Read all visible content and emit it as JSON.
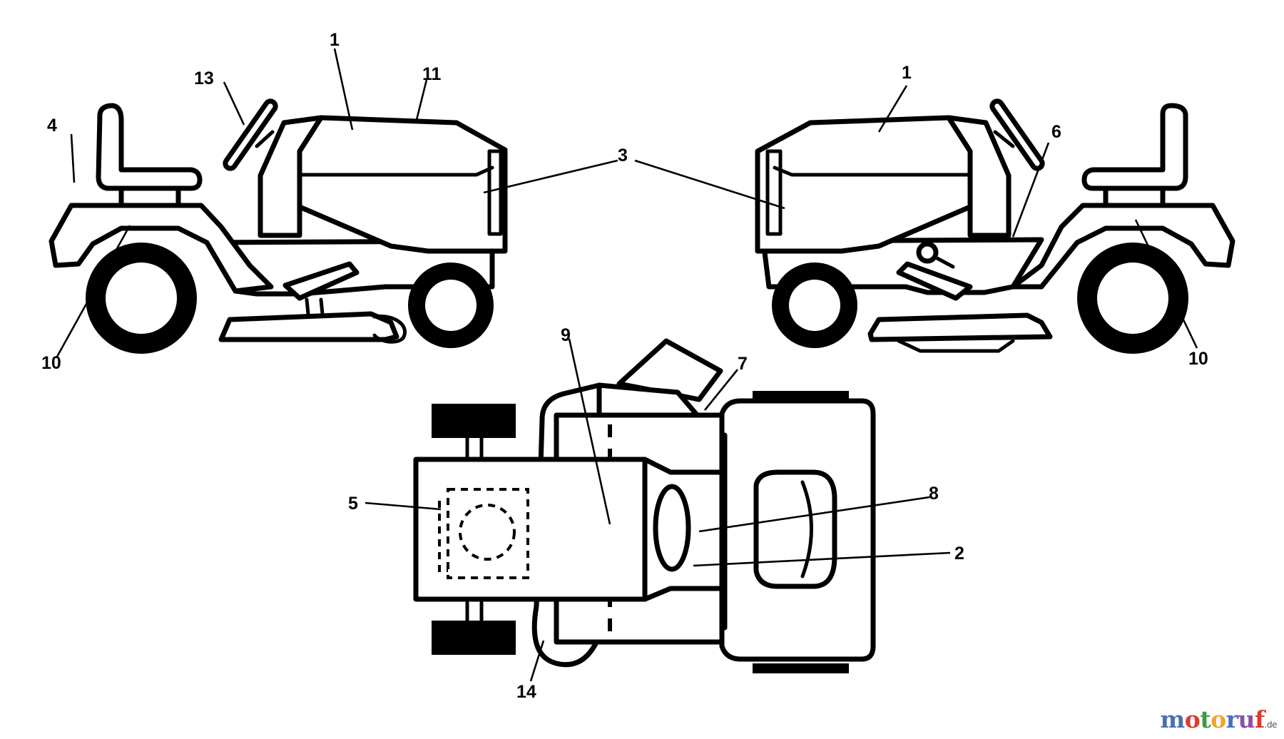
{
  "diagram": {
    "callouts": {
      "c1a": "1",
      "c1b": "1",
      "c2": "2",
      "c3": "3",
      "c4": "4",
      "c5": "5",
      "c6": "6",
      "c7": "7",
      "c8": "8",
      "c9": "9",
      "c10a": "10",
      "c10b": "10",
      "c11": "11",
      "c13": "13",
      "c14": "14"
    }
  },
  "watermark": {
    "m": "m",
    "o1": "o",
    "t": "t",
    "o2": "o",
    "r": "r",
    "u": "u",
    "f": "f",
    "de": ".de"
  }
}
